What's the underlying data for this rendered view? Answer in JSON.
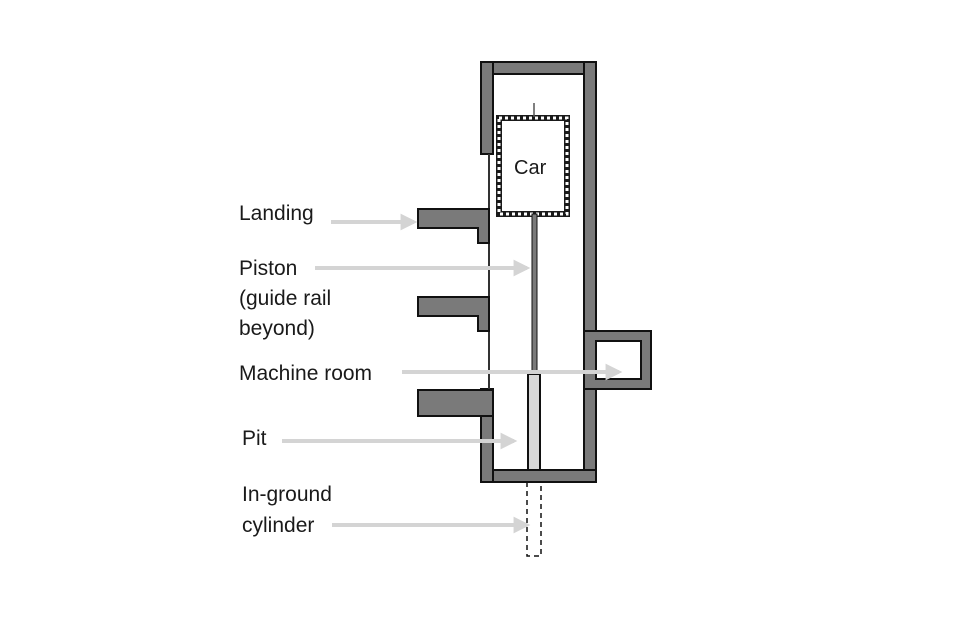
{
  "labels": {
    "car": "Car",
    "landing": "Landing",
    "piston_line1": "Piston",
    "piston_line2": "(guide rail",
    "piston_line3": "beyond)",
    "machine_room": "Machine room",
    "pit": "Pit",
    "cylinder_line1": "In-ground",
    "cylinder_line2": "cylinder"
  },
  "colors": {
    "wall_fill": "#7a7a7a",
    "wall_edge": "#111111",
    "arrow": "#d4d4d4",
    "text": "#1a1a1a"
  }
}
